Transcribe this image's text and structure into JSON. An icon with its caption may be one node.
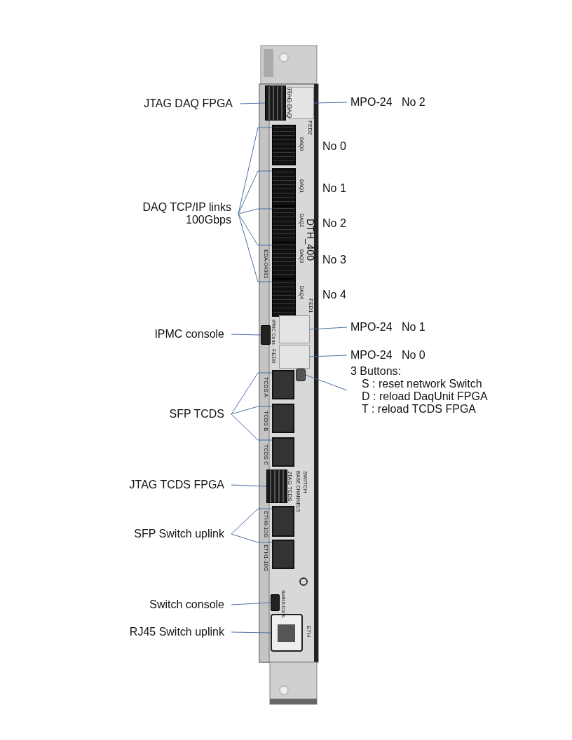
{
  "diagram": {
    "nodes": [
      {
        "text": [
          "JTAG DAQ FPGA"
        ]
      },
      {
        "text": [],
        "shape": "box"
      },
      {
        "text": [
          "MPO-24   No 2"
        ]
      },
      {
        "text": [],
        "shape": "box"
      },
      {
        "text": [
          "DAQ TCP/IP links 100Gbps"
        ]
      },
      {
        "text": [],
        "shape": "box"
      },
      {
        "text": [],
        "shape": "box"
      },
      {
        "text": [],
        "shape": "box"
      },
      {
        "text": [],
        "shape": "box"
      },
      {
        "text": [],
        "shape": "box"
      },
      {
        "text": [
          "MPO-24   No 1"
        ]
      },
      {
        "text": [],
        "shape": "box"
      },
      {
        "text": [
          "IPMC console"
        ]
      },
      {
        "text": [],
        "shape": "box"
      },
      {
        "text": [
          "MPO-24   No 0"
        ]
      },
      {
        "text": [],
        "shape": "box"
      },
      {
        "text": [
          "3 Buttons:",
          "S : reset network Switch",
          "D : reload DaqUnit FPGA",
          "T : reload TCDS FPGA"
        ]
      },
      {
        "text": [],
        "shape": "box"
      },
      {
        "text": [
          "SFP TCDS"
        ]
      },
      {
        "text": [],
        "shape": "box"
      },
      {
        "text": [],
        "shape": "box"
      },
      {
        "text": [],
        "shape": "box"
      },
      {
        "text": [
          "JTAG TCDS FPGA"
        ]
      },
      {
        "text": [],
        "shape": "box"
      },
      {
        "text": [
          "SFP Switch uplink"
        ]
      },
      {
        "text": [],
        "shape": "box"
      },
      {
        "text": [],
        "shape": "box"
      },
      {
        "text": [
          "Switch console"
        ]
      },
      {
        "text": [],
        "shape": "box"
      },
      {
        "text": [
          "RJ45 Switch uplink"
        ]
      },
      {
        "text": [],
        "shape": "box"
      }
    ],
    "edges": [
      {
        "from": 0,
        "to": 1,
        "arrow": "none"
      },
      {
        "from": 2,
        "to": 3,
        "arrow": "none"
      },
      {
        "from": 4,
        "to": 5,
        "arrow": "none"
      },
      {
        "from": 4,
        "to": 6,
        "arrow": "none"
      },
      {
        "from": 4,
        "to": 7,
        "arrow": "none"
      },
      {
        "from": 4,
        "to": 8,
        "arrow": "none"
      },
      {
        "from": 4,
        "to": 9,
        "arrow": "none"
      },
      {
        "from": 10,
        "to": 11,
        "arrow": "none"
      },
      {
        "from": 12,
        "to": 13,
        "arrow": "none"
      },
      {
        "from": 14,
        "to": 15,
        "arrow": "none"
      },
      {
        "from": 16,
        "to": 17,
        "arrow": "none"
      },
      {
        "from": 18,
        "to": 19,
        "arrow": "none"
      },
      {
        "from": 18,
        "to": 20,
        "arrow": "none"
      },
      {
        "from": 18,
        "to": 21,
        "arrow": "none"
      },
      {
        "from": 22,
        "to": 23,
        "arrow": "none"
      },
      {
        "from": 24,
        "to": 25,
        "arrow": "none"
      },
      {
        "from": 24,
        "to": 26,
        "arrow": "none"
      },
      {
        "from": 27,
        "to": 28,
        "arrow": "none"
      },
      {
        "from": 29,
        "to": 30,
        "arrow": "none"
      }
    ],
    "labels": [
      "JTAG DAQ",
      "FED2",
      "DAQ0",
      "No 0",
      "DAQ1",
      "No 1",
      "DAQ2",
      "No 2",
      "DTH_400",
      "DAQ3",
      "No 3",
      "EDA-04361",
      "DAQ4",
      "No 4",
      "FED1",
      "IPMC Cons.",
      "FED0",
      "TCDS A",
      "TCDS B",
      "TCDS C",
      "JTAG TCDS",
      "BASE CHANNELS",
      "SWITCH",
      "ETH0-10G",
      "ETH1-10G",
      "Switch Cons.",
      "ETH"
    ]
  }
}
